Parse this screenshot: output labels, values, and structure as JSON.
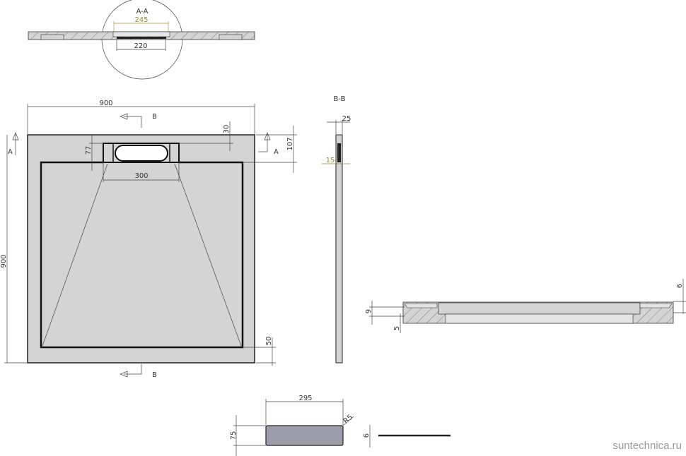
{
  "section_aa": {
    "title": "A-A",
    "dim_top": "245",
    "dim_bottom": "220"
  },
  "plan_view": {
    "width": "900",
    "height": "900",
    "section_mark_a": "A",
    "section_mark_b": "B",
    "dim_channel_width": "300",
    "dim_channel_depth": "77",
    "dim_offset": "30",
    "dim_107": "107",
    "dim_border": "50"
  },
  "section_bb": {
    "title": "B-B",
    "dim_thickness": "25",
    "dim_15": "15"
  },
  "profile_view": {
    "dim_9": "9",
    "dim_5": "5",
    "dim_6": "6"
  },
  "grate": {
    "dim_length": "295",
    "dim_width": "75",
    "dim_radius": "R5",
    "dim_thickness": "6"
  },
  "colors": {
    "plate": "#d4d4d4",
    "grate": "#9c9cab",
    "yellow_dims": "#9a8a2a"
  },
  "watermark": "suntechnica.ru"
}
